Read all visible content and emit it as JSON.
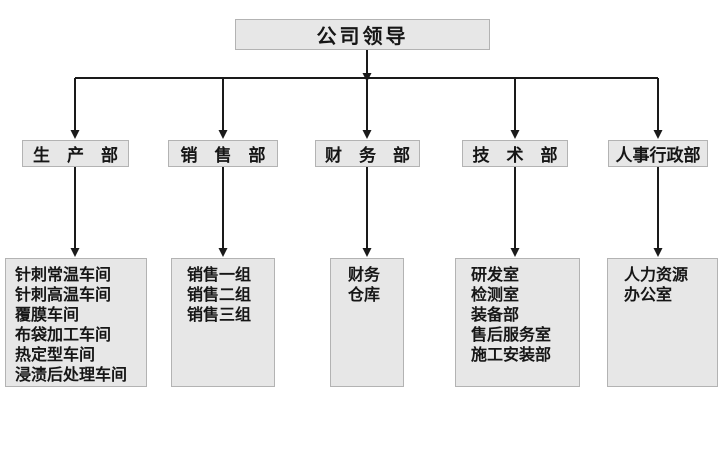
{
  "colors": {
    "background": "#ffffff",
    "box_fill": "#e7e7e7",
    "box_border": "#b3b3b3",
    "line": "#1a1a1a",
    "text": "#161616"
  },
  "chart": {
    "type": "org-chart",
    "root": {
      "label": "公司领导"
    },
    "departments": [
      {
        "label": "生　产　部",
        "units": [
          "针刺常温车间",
          "针刺高温车间",
          "覆膜车间",
          "布袋加工车间",
          "热定型车间",
          "浸渍后处理车间"
        ]
      },
      {
        "label": "销　售　部",
        "units": [
          "销售一组",
          "销售二组",
          "销售三组"
        ]
      },
      {
        "label": "财　务　部",
        "units": [
          "财务",
          "仓库"
        ]
      },
      {
        "label": "技　术　部",
        "units": [
          "研发室",
          "检测室",
          "装备部",
          "售后服务室",
          "施工安装部"
        ]
      },
      {
        "label": "人事行政部",
        "units": [
          "人力资源",
          "办公室"
        ]
      }
    ]
  }
}
